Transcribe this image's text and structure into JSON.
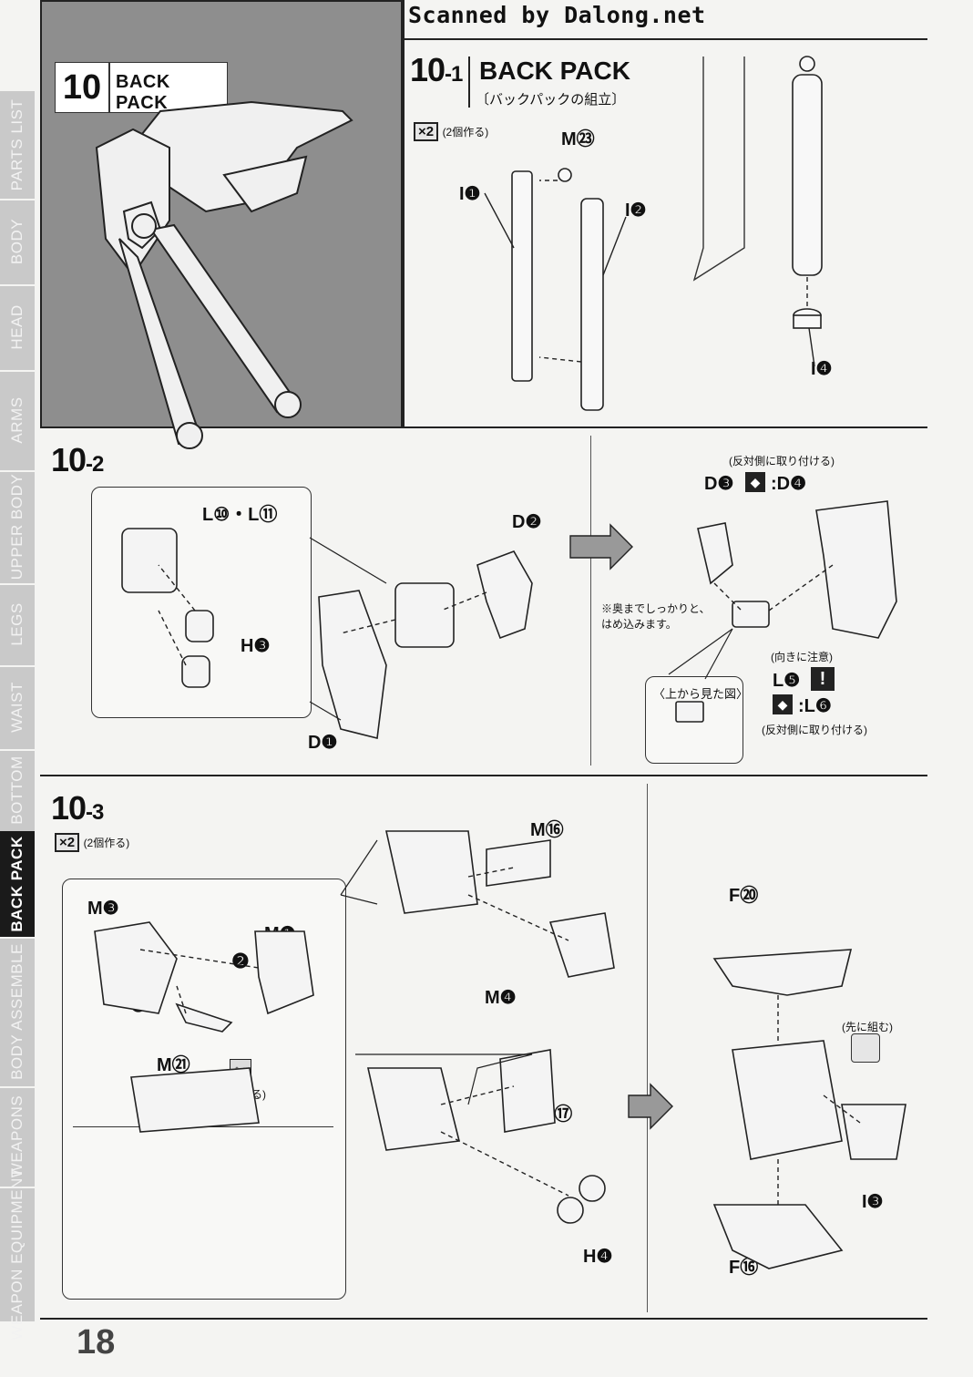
{
  "scan_credit": "Scanned by Dalong.net",
  "side_tabs": [
    {
      "label": "PARTS LIST",
      "active": false
    },
    {
      "label": "BODY",
      "active": false
    },
    {
      "label": "HEAD",
      "active": false
    },
    {
      "label": "ARMS",
      "active": false
    },
    {
      "label": "UPPER BODY",
      "active": false
    },
    {
      "label": "LEGS",
      "active": false
    },
    {
      "label": "WAIST",
      "active": false
    },
    {
      "label": "BOTTOM",
      "active": false
    },
    {
      "label": "BACK PACK",
      "active": true
    },
    {
      "label": "BODY ASSEMBLE",
      "active": false
    },
    {
      "label": "WEAPONS",
      "active": false
    },
    {
      "label": "WEAPON EQUIPMENT",
      "active": false
    }
  ],
  "section": {
    "number": "10",
    "title": "BACK PACK"
  },
  "step_10_1": {
    "number": "10",
    "sub": "-1",
    "title": "BACK PACK",
    "subtitle_jp": "〔バックパックの組立〕",
    "multiplier": "×2",
    "multiplier_note": "(2個作る)",
    "parts": [
      "M㉓",
      "I❶",
      "I❷",
      "I❹"
    ]
  },
  "step_10_2": {
    "number": "10",
    "sub": "-2",
    "parts": [
      "L⑩・L⑪",
      "H❸",
      "D❷",
      "D❶",
      "D❸",
      ":D❹",
      "L❺",
      ":L❻"
    ],
    "note_opposite_top": "(反対側に取り付ける)",
    "note_press": "※奥までしっかりと、\nはめ込みます。",
    "note_direction": "(向きに注意)",
    "note_opposite_bottom": "(反対側に取り付ける)",
    "top_view_label": "〈上から見た図〉"
  },
  "step_10_3": {
    "number": "10",
    "sub": "-3",
    "multiplier": "×2",
    "multiplier_note": "(2個作る)",
    "parts": [
      "M⑯",
      "M❸",
      "M❶",
      "M❹",
      "M㉑",
      "F⑰",
      "H❹",
      "F⑳",
      "I❸",
      "F⑯"
    ],
    "order_marks": [
      "❷",
      "❶"
    ],
    "cut_note": "(切り取る)",
    "pre_assemble_note": "(先に組む)"
  },
  "page_number": "18"
}
